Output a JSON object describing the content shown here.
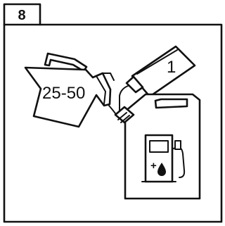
{
  "step_number": "8",
  "petrol_can_label": "25-50",
  "oil_bottle_label": "1",
  "fuel_icon_plus": "+",
  "icons": {
    "petrol_can": "petrol-can-icon",
    "oil_bottle": "oil-bottle-icon",
    "fuel_tank": "fuel-jerrycan-icon",
    "fuel_pump": "fuel-pump-icon",
    "oil_drop": "oil-drop-icon"
  },
  "colors": {
    "line": "#111111",
    "background": "#ffffff"
  }
}
